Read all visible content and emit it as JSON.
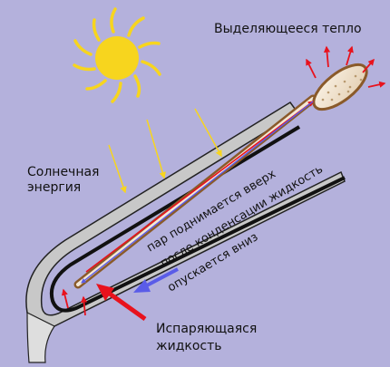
{
  "labels": {
    "heat_output": "Выделяющееся тепло",
    "solar_energy_line1": "Солнечная",
    "solar_energy_line2": "энергия",
    "vapor_rises": "пар поднимается вверх",
    "after_condensation": "после конденсации жидкость",
    "descends": "опускается вниз",
    "evaporating_line1": "Испаряющаяся",
    "evaporating_line2": "жидкость"
  },
  "colors": {
    "background": "#b4b1dc",
    "sun": "#f7d51e",
    "heat_arrow": "#e8121d",
    "condensed_arrow": "#5a5ce8",
    "pipe": "#8a5a2a",
    "tube_gray": "#c8c8c8"
  }
}
